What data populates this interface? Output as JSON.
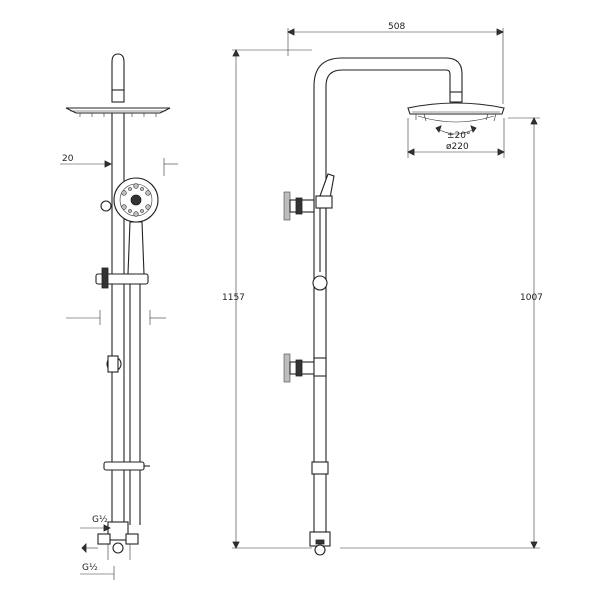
{
  "dimensions": {
    "arm_reach": "508",
    "total_height": "1157",
    "head_height": "1007",
    "head_tilt": "±20°",
    "head_diameter": "ø220",
    "offset": "20",
    "inlet_top": "G½",
    "inlet_bottom": "G½"
  },
  "colors": {
    "line": "#222222",
    "fill": "#ffffff"
  },
  "icons": [
    "wall-bracket-icon",
    "shower-head-icon",
    "hand-shower-icon"
  ]
}
